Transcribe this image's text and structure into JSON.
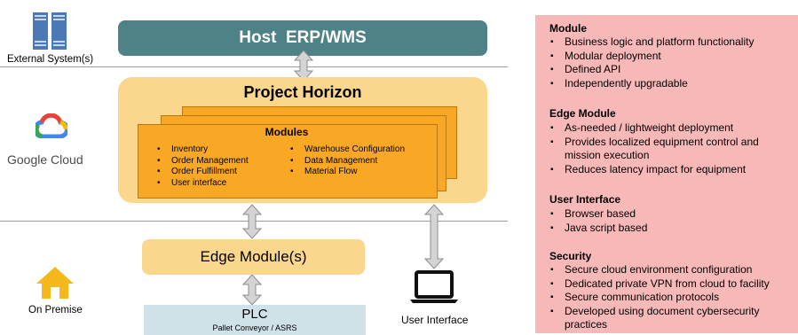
{
  "external": {
    "label": "External System(s)"
  },
  "google": {
    "label": "Google Cloud"
  },
  "premise": {
    "label": "On Premise"
  },
  "host": {
    "title": "Host  ERP/WMS"
  },
  "horizon": {
    "title": "Project Horizon",
    "modules_title": "Modules",
    "modules_left": [
      "Inventory",
      "Order Management",
      "Order Fulfillment",
      "User interface"
    ],
    "modules_right": [
      "Warehouse Configuration",
      "Data Management",
      "Material Flow"
    ]
  },
  "edge": {
    "title": "Edge Module(s)"
  },
  "plc": {
    "title": "PLC",
    "subtitle": "Pallet Conveyor / ASRS"
  },
  "ui": {
    "label": "User Interface"
  },
  "panel": {
    "sections": [
      {
        "title": "Module",
        "items": [
          "Business logic and platform functionality",
          "Modular deployment",
          "Defined API",
          "Independently upgradable"
        ]
      },
      {
        "title": "Edge Module",
        "items": [
          "As-needed / lightweight deployment",
          "Provides localized equipment control and mission execution",
          "Reduces latency impact for equipment"
        ]
      },
      {
        "title": "User Interface",
        "items": [
          "Browser based",
          "Java script based"
        ]
      },
      {
        "title": "Security",
        "items": [
          "Secure cloud environment configuration",
          "Dedicated private VPN from cloud to facility",
          "Secure communication protocols",
          "Developed using document cybersecurity practices"
        ]
      }
    ]
  },
  "colors": {
    "host": "#4f8287",
    "horizon": "#fbd68d",
    "modules": "#f9a825",
    "plc": "#cfe2e8",
    "panel": "#f7b8b8"
  }
}
